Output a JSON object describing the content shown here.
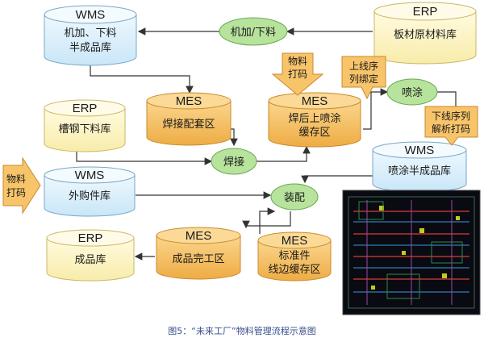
{
  "colors": {
    "wms": "#dbeef9",
    "erp": "#fdf6c3",
    "mes": "#f6c46a",
    "process": "#b7e39c",
    "label_box": "#f7c46a",
    "arrow": "#333333"
  },
  "nodes": {
    "wms_machining": {
      "system": "WMS",
      "line1": "机加、下料",
      "line2": "半成品库"
    },
    "erp_plate": {
      "system": "ERP",
      "line1": "板材原材料库"
    },
    "mes_welding_kit": {
      "system": "MES",
      "line1": "焊接配套区"
    },
    "mes_post_weld": {
      "system": "MES",
      "line1": "焊后上喷涂",
      "line2": "缓存区"
    },
    "erp_channel": {
      "system": "ERP",
      "line1": "槽钢下料库"
    },
    "wms_spray": {
      "system": "WMS",
      "line1": "喷涂半成品库"
    },
    "wms_purchased": {
      "system": "WMS",
      "line1": "外购件库"
    },
    "erp_finished": {
      "system": "ERP",
      "line1": "成品库"
    },
    "mes_finished_area": {
      "system": "MES",
      "line1": "成品完工区"
    },
    "mes_standard_parts": {
      "system": "MES",
      "line1": "标准件",
      "line2": "线边缓存区"
    }
  },
  "processes": {
    "machining": "机加/下料",
    "welding": "焊接",
    "spraying": "喷涂",
    "assembly": "装配"
  },
  "labels": {
    "material_print_top": [
      "物料",
      "打码"
    ],
    "material_print_left": [
      "物料",
      "打码"
    ],
    "online_sequence": [
      "上线序",
      "列绑定"
    ],
    "offline_sequence": [
      "下线序列",
      "解析打码"
    ]
  },
  "caption": "图5：“未来工厂”物料管理流程示意图"
}
